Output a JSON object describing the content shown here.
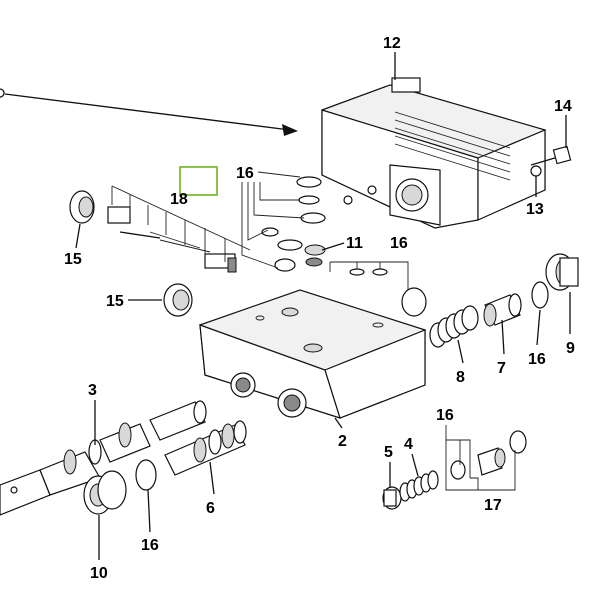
{
  "diagram": {
    "highlight_color": "#8bc34a",
    "callouts": {
      "c2": "2",
      "c3": "3",
      "c4": "4",
      "c5": "5",
      "c6": "6",
      "c7": "7",
      "c8": "8",
      "c9": "9",
      "c10": "10",
      "c11": "11",
      "c12": "12",
      "c13": "13",
      "c14": "14",
      "c15a": "15",
      "c15b": "15",
      "c16a": "16",
      "c16b": "16",
      "c16c": "16",
      "c16d": "16",
      "c16e": "16",
      "c17": "17",
      "c18": "18"
    }
  }
}
